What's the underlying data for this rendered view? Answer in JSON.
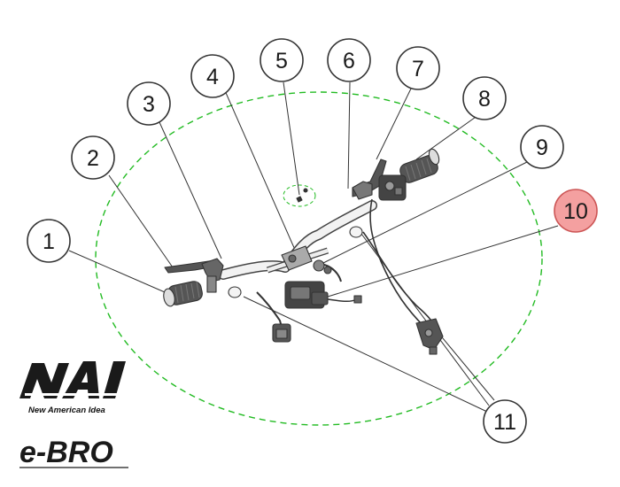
{
  "diagram": {
    "callouts": [
      {
        "id": "c1",
        "label": "1"
      },
      {
        "id": "c2",
        "label": "2"
      },
      {
        "id": "c3",
        "label": "3"
      },
      {
        "id": "c4",
        "label": "4"
      },
      {
        "id": "c5",
        "label": "5"
      },
      {
        "id": "c6",
        "label": "6"
      },
      {
        "id": "c7",
        "label": "7"
      },
      {
        "id": "c8",
        "label": "8"
      },
      {
        "id": "c9",
        "label": "9"
      },
      {
        "id": "c10",
        "label": "10",
        "highlighted": true
      },
      {
        "id": "c11",
        "label": "11"
      }
    ],
    "highlight_color": "#f4a0a0",
    "boundary_color": "#22bb22"
  },
  "logo": {
    "brand_mark": "NAI",
    "brand_subtitle": "New American Idea",
    "product_name": "e-BRO"
  }
}
